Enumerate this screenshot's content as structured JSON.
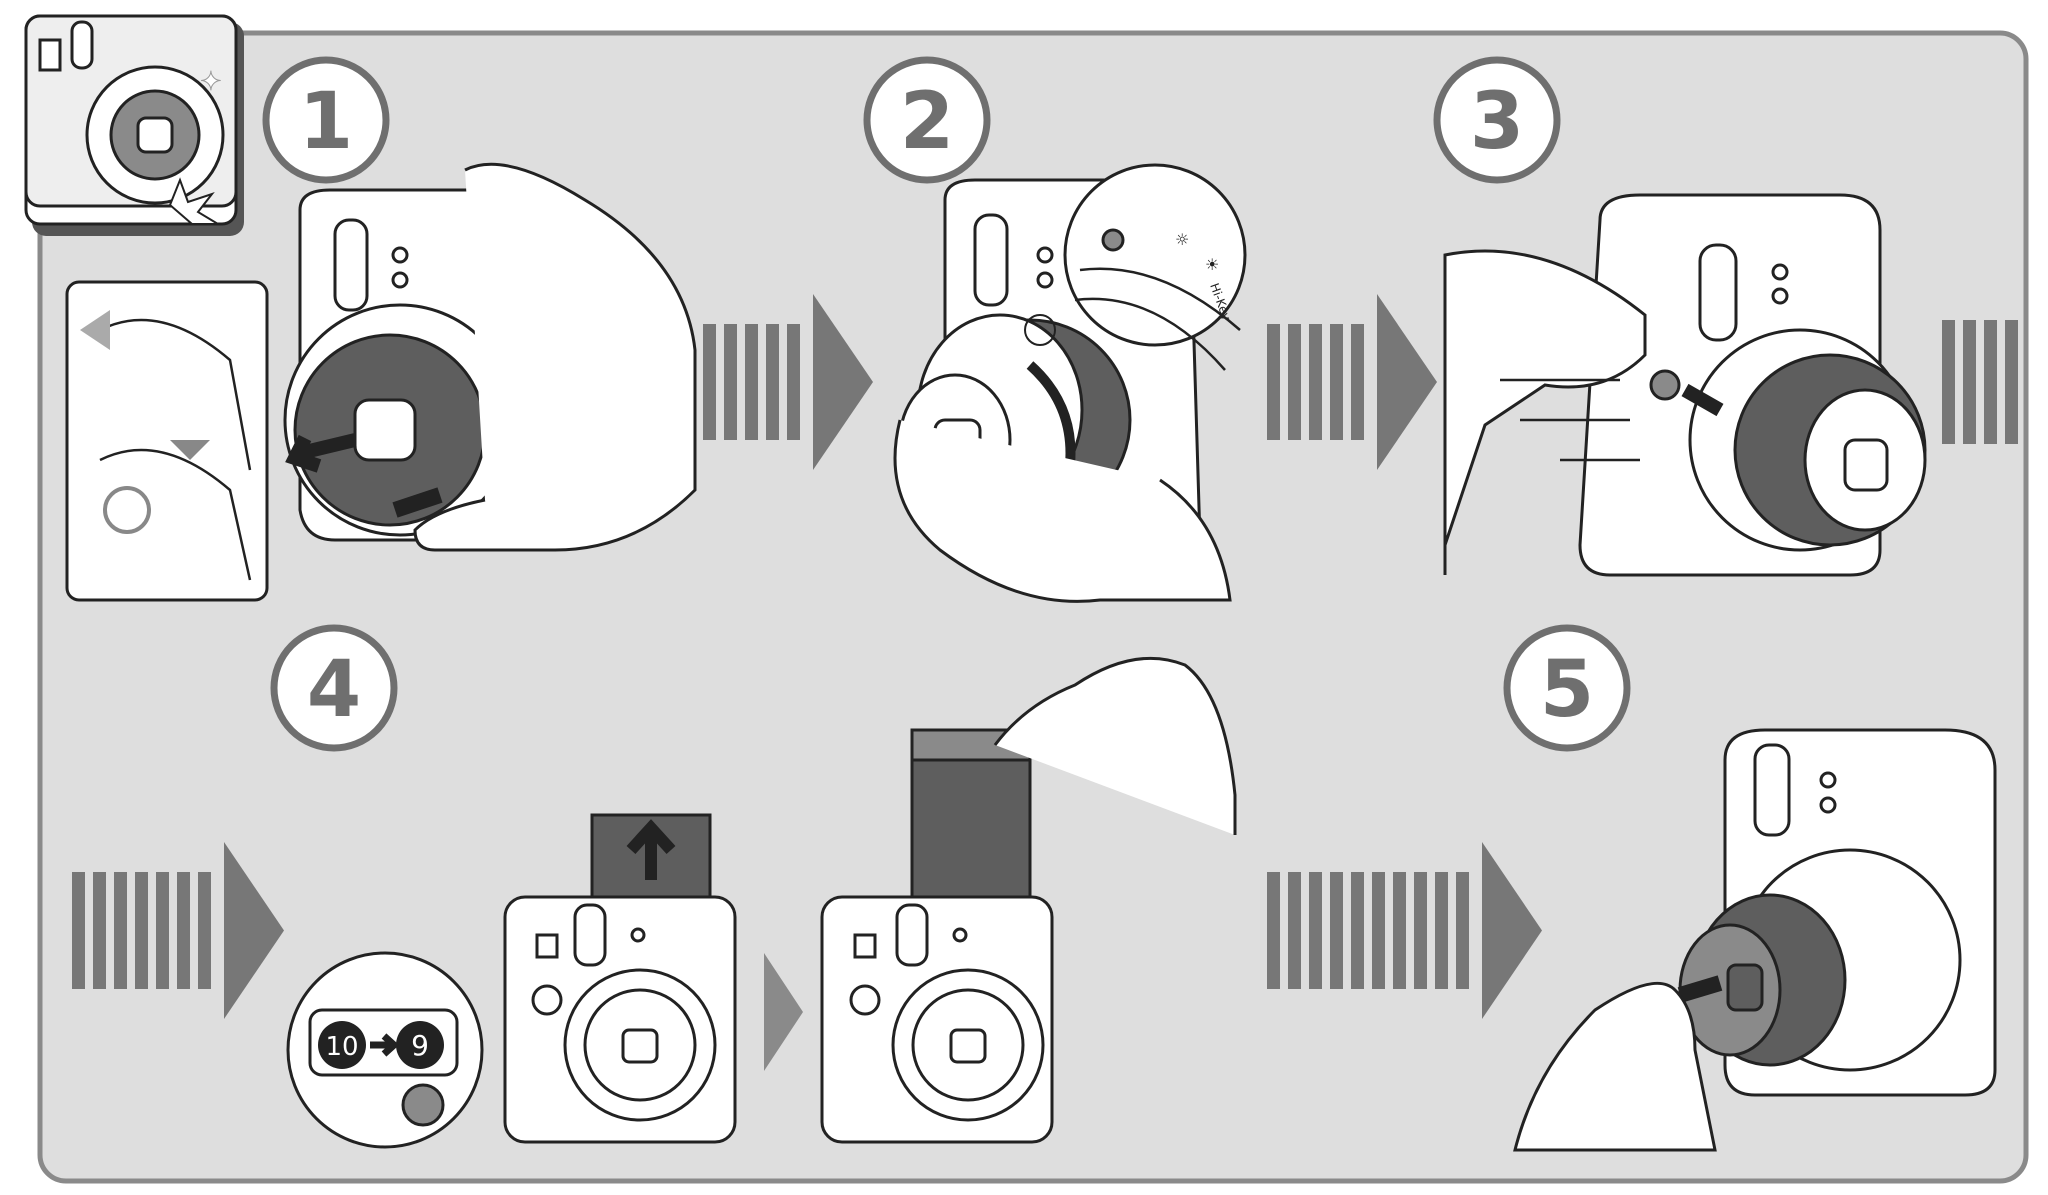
{
  "steps": [
    {
      "number": "1"
    },
    {
      "number": "2"
    },
    {
      "number": "3"
    },
    {
      "number": "4"
    },
    {
      "number": "5"
    }
  ],
  "dial_labels": {
    "mode": "Hi-Key"
  },
  "counter": {
    "before": "10",
    "after": "9"
  },
  "colors": {
    "background": "#dedede",
    "frame": "#8a8a8a",
    "arrow": "#777777",
    "circle_border": "#6f6f6f"
  }
}
